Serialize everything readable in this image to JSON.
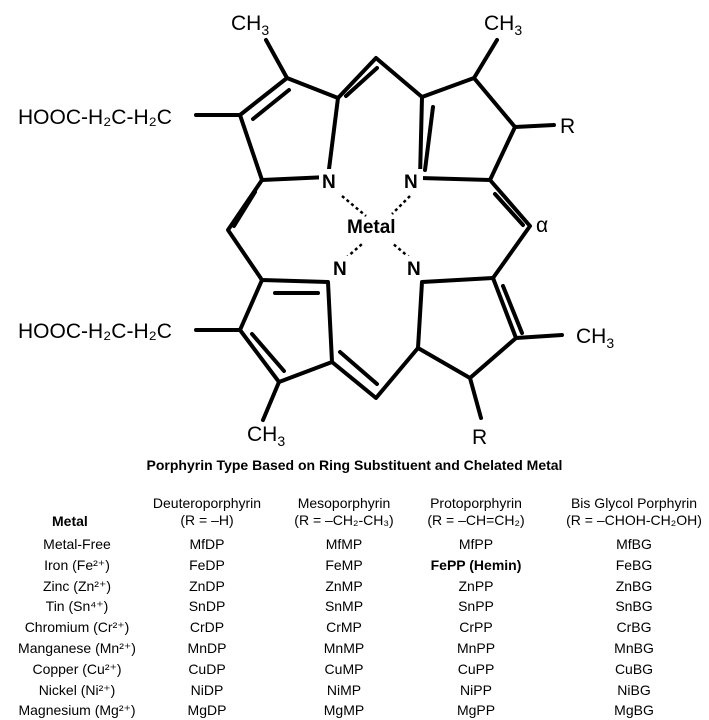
{
  "structure": {
    "top_left_methyl": "CH",
    "top_right_methyl": "CH",
    "right_methyl": "CH",
    "bottom_methyl": "CH",
    "methyl_subscript": "3",
    "left_upper_chain": "HOOC-H₂C-H₂C",
    "left_lower_chain": "HOOC-H₂C-H₂C",
    "r_upper": "R",
    "r_lower": "R",
    "alpha": "α",
    "nitrogen": "N",
    "metal": "Metal"
  },
  "table": {
    "caption": "Porphyrin Type Based on Ring Substituent and Chelated Metal",
    "metal_header": "Metal",
    "columns": [
      {
        "name": "Deuteroporphyrin",
        "substituent": "(R = –H)"
      },
      {
        "name": "Mesoporphyrin",
        "substituent": "(R = –CH₂-CH₃)"
      },
      {
        "name": "Protoporphyrin",
        "substituent": "(R = –CH=CH₂)"
      },
      {
        "name": "Bis Glycol Porphyrin",
        "substituent": "(R = –CHOH-CH₂OH)"
      }
    ],
    "rows": [
      {
        "metal": "Metal-Free",
        "values": [
          "MfDP",
          "MfMP",
          "MfPP",
          "MfBG"
        ]
      },
      {
        "metal": "Iron (Fe²⁺)",
        "values": [
          "FeDP",
          "FeMP",
          "FePP (Hemin)",
          "FeBG"
        ]
      },
      {
        "metal": "Zinc (Zn²⁺)",
        "values": [
          "ZnDP",
          "ZnMP",
          "ZnPP",
          "ZnBG"
        ]
      },
      {
        "metal": "Tin (Sn⁴⁺)",
        "values": [
          "SnDP",
          "SnMP",
          "SnPP",
          "SnBG"
        ]
      },
      {
        "metal": "Chromium (Cr²⁺)",
        "values": [
          "CrDP",
          "CrMP",
          "CrPP",
          "CrBG"
        ]
      },
      {
        "metal": "Manganese (Mn²⁺)",
        "values": [
          "MnDP",
          "MnMP",
          "MnPP",
          "MnBG"
        ]
      },
      {
        "metal": "Copper (Cu²⁺)",
        "values": [
          "CuDP",
          "CuMP",
          "CuPP",
          "CuBG"
        ]
      },
      {
        "metal": "Nickel (Ni²⁺)",
        "values": [
          "NiDP",
          "NiMP",
          "NiPP",
          "NiBG"
        ]
      },
      {
        "metal": "Magnesium (Mg²⁺)",
        "values": [
          "MgDP",
          "MgMP",
          "MgPP",
          "MgBG"
        ]
      }
    ],
    "highlight_cell": "FePP (Hemin)"
  }
}
